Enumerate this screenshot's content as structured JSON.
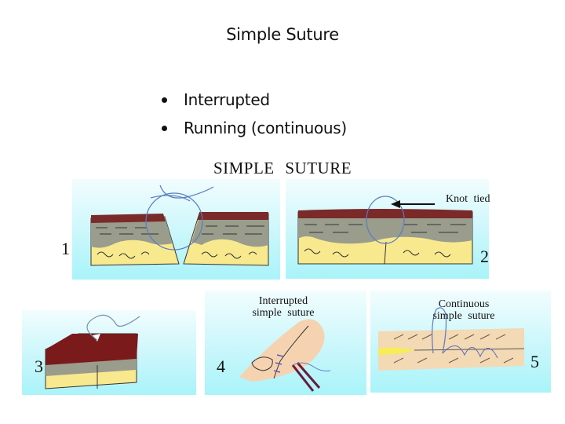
{
  "slide": {
    "title": "Simple Suture",
    "bullets": [
      "Interrupted",
      "Running (continuous)"
    ]
  },
  "figure": {
    "title": "SIMPLE  SUTURE",
    "panels": [
      {
        "number": "1",
        "description": "suture passed through wound edges, open V-shaped wound"
      },
      {
        "number": "2",
        "annotation": "Knot  tied"
      },
      {
        "number": "3",
        "description": "3D tissue block with suture"
      },
      {
        "number": "4",
        "caption_line1": "Interrupted",
        "caption_line2": "simple  suture"
      },
      {
        "number": "5",
        "caption_line1": "Continuous",
        "caption_line2": "simple  suture"
      }
    ]
  },
  "colors": {
    "panel_bg_top": "#f2fdfe",
    "panel_bg_bottom": "#a9f4f9",
    "epidermis": "#7a2a28",
    "dermis": "#9a9c8c",
    "fat": "#f8e98e",
    "suture": "#5a7cc0",
    "skin": "#f6d3b0"
  }
}
